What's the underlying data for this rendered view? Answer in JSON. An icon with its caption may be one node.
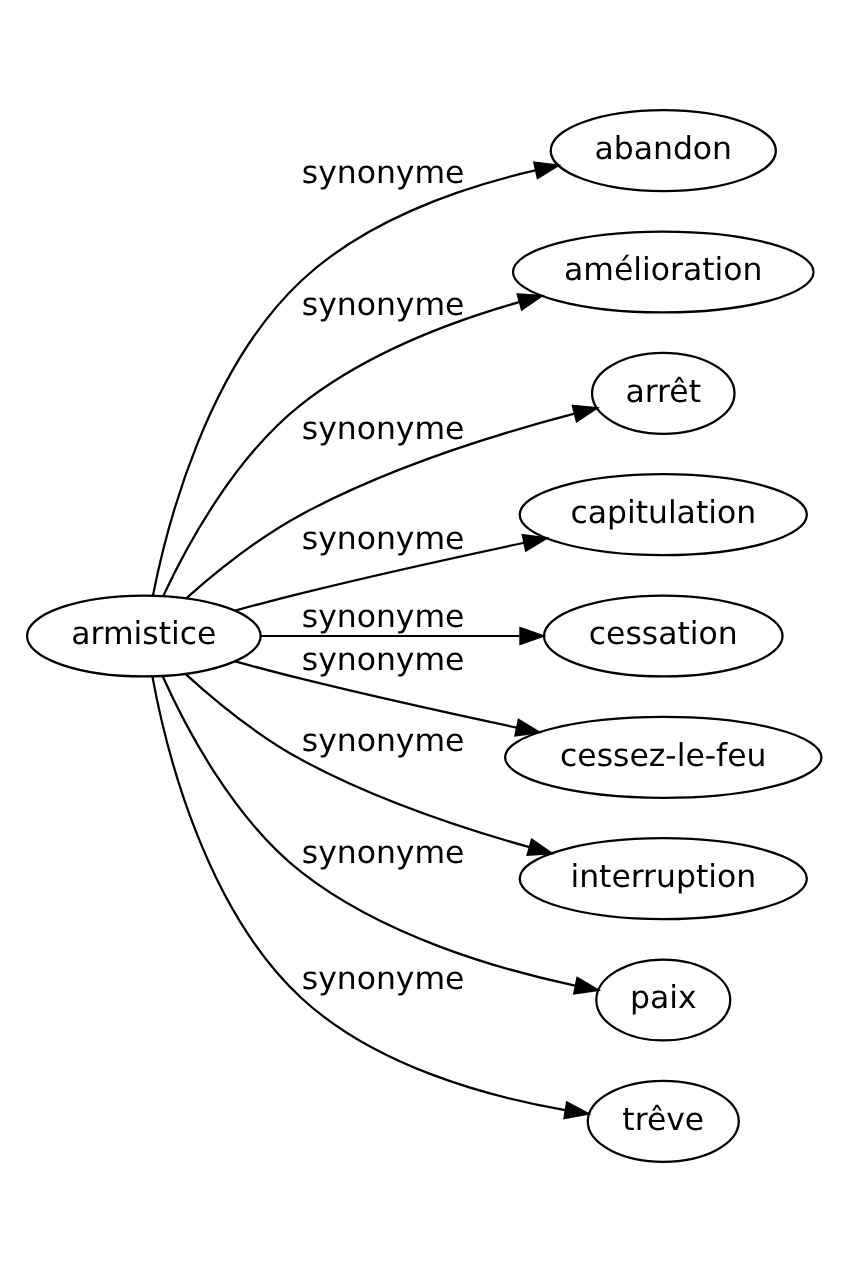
{
  "diagram": {
    "nodes": [
      {
        "text": [
          "armistice"
        ]
      },
      {
        "text": [
          "abandon"
        ]
      },
      {
        "text": [
          "amélioration"
        ]
      },
      {
        "text": [
          "arrêt"
        ]
      },
      {
        "text": [
          "capitulation"
        ]
      },
      {
        "text": [
          "cessation"
        ]
      },
      {
        "text": [
          "cessez-le-feu"
        ]
      },
      {
        "text": [
          "interruption"
        ]
      },
      {
        "text": [
          "paix"
        ]
      },
      {
        "text": [
          "trêve"
        ]
      }
    ],
    "edges": [
      {
        "from": 0,
        "to": 1,
        "arrow": "to",
        "label": "synonyme"
      },
      {
        "from": 0,
        "to": 2,
        "arrow": "to",
        "label": "synonyme"
      },
      {
        "from": 0,
        "to": 3,
        "arrow": "to",
        "label": "synonyme"
      },
      {
        "from": 0,
        "to": 4,
        "arrow": "to",
        "label": "synonyme"
      },
      {
        "from": 0,
        "to": 5,
        "arrow": "to",
        "label": "synonyme"
      },
      {
        "from": 0,
        "to": 6,
        "arrow": "to",
        "label": "synonyme"
      },
      {
        "from": 0,
        "to": 7,
        "arrow": "to",
        "label": "synonyme"
      },
      {
        "from": 0,
        "to": 8,
        "arrow": "to",
        "label": "synonyme"
      },
      {
        "from": 0,
        "to": 9,
        "arrow": "to",
        "label": "synonyme"
      }
    ]
  }
}
